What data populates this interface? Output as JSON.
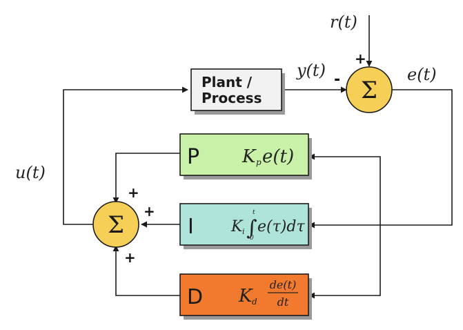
{
  "colors": {
    "plant": "#f2f2f2",
    "p_block": "#c9f2a8",
    "i_block": "#aee4d9",
    "d_block": "#f27a2e",
    "summing": "#f6cf57",
    "shadow": "#9a9a9a",
    "line": "#1a1a1a"
  },
  "signals": {
    "reference": "r(t)",
    "output": "y(t)",
    "error": "e(t)",
    "control": "u(t)"
  },
  "plant": {
    "line1": "Plant /",
    "line2": "Process"
  },
  "blocks": {
    "p": {
      "letter": "P",
      "gain": "K",
      "gain_sub": "p",
      "term": "e(t)"
    },
    "i": {
      "letter": "I",
      "gain": "K",
      "gain_sub": "i",
      "upper": "t",
      "lower": "0",
      "integral_sign": "∫",
      "term": "e(τ)dτ"
    },
    "d": {
      "letter": "D",
      "gain": "K",
      "gain_sub": "d",
      "numerator": "de(t)",
      "denominator": "dt"
    }
  },
  "sum_symbol": "Σ",
  "error_sum_signs": {
    "top": "+",
    "left": "-"
  },
  "control_sum_signs": {
    "top": "+",
    "middle": "+",
    "bottom": "+"
  }
}
